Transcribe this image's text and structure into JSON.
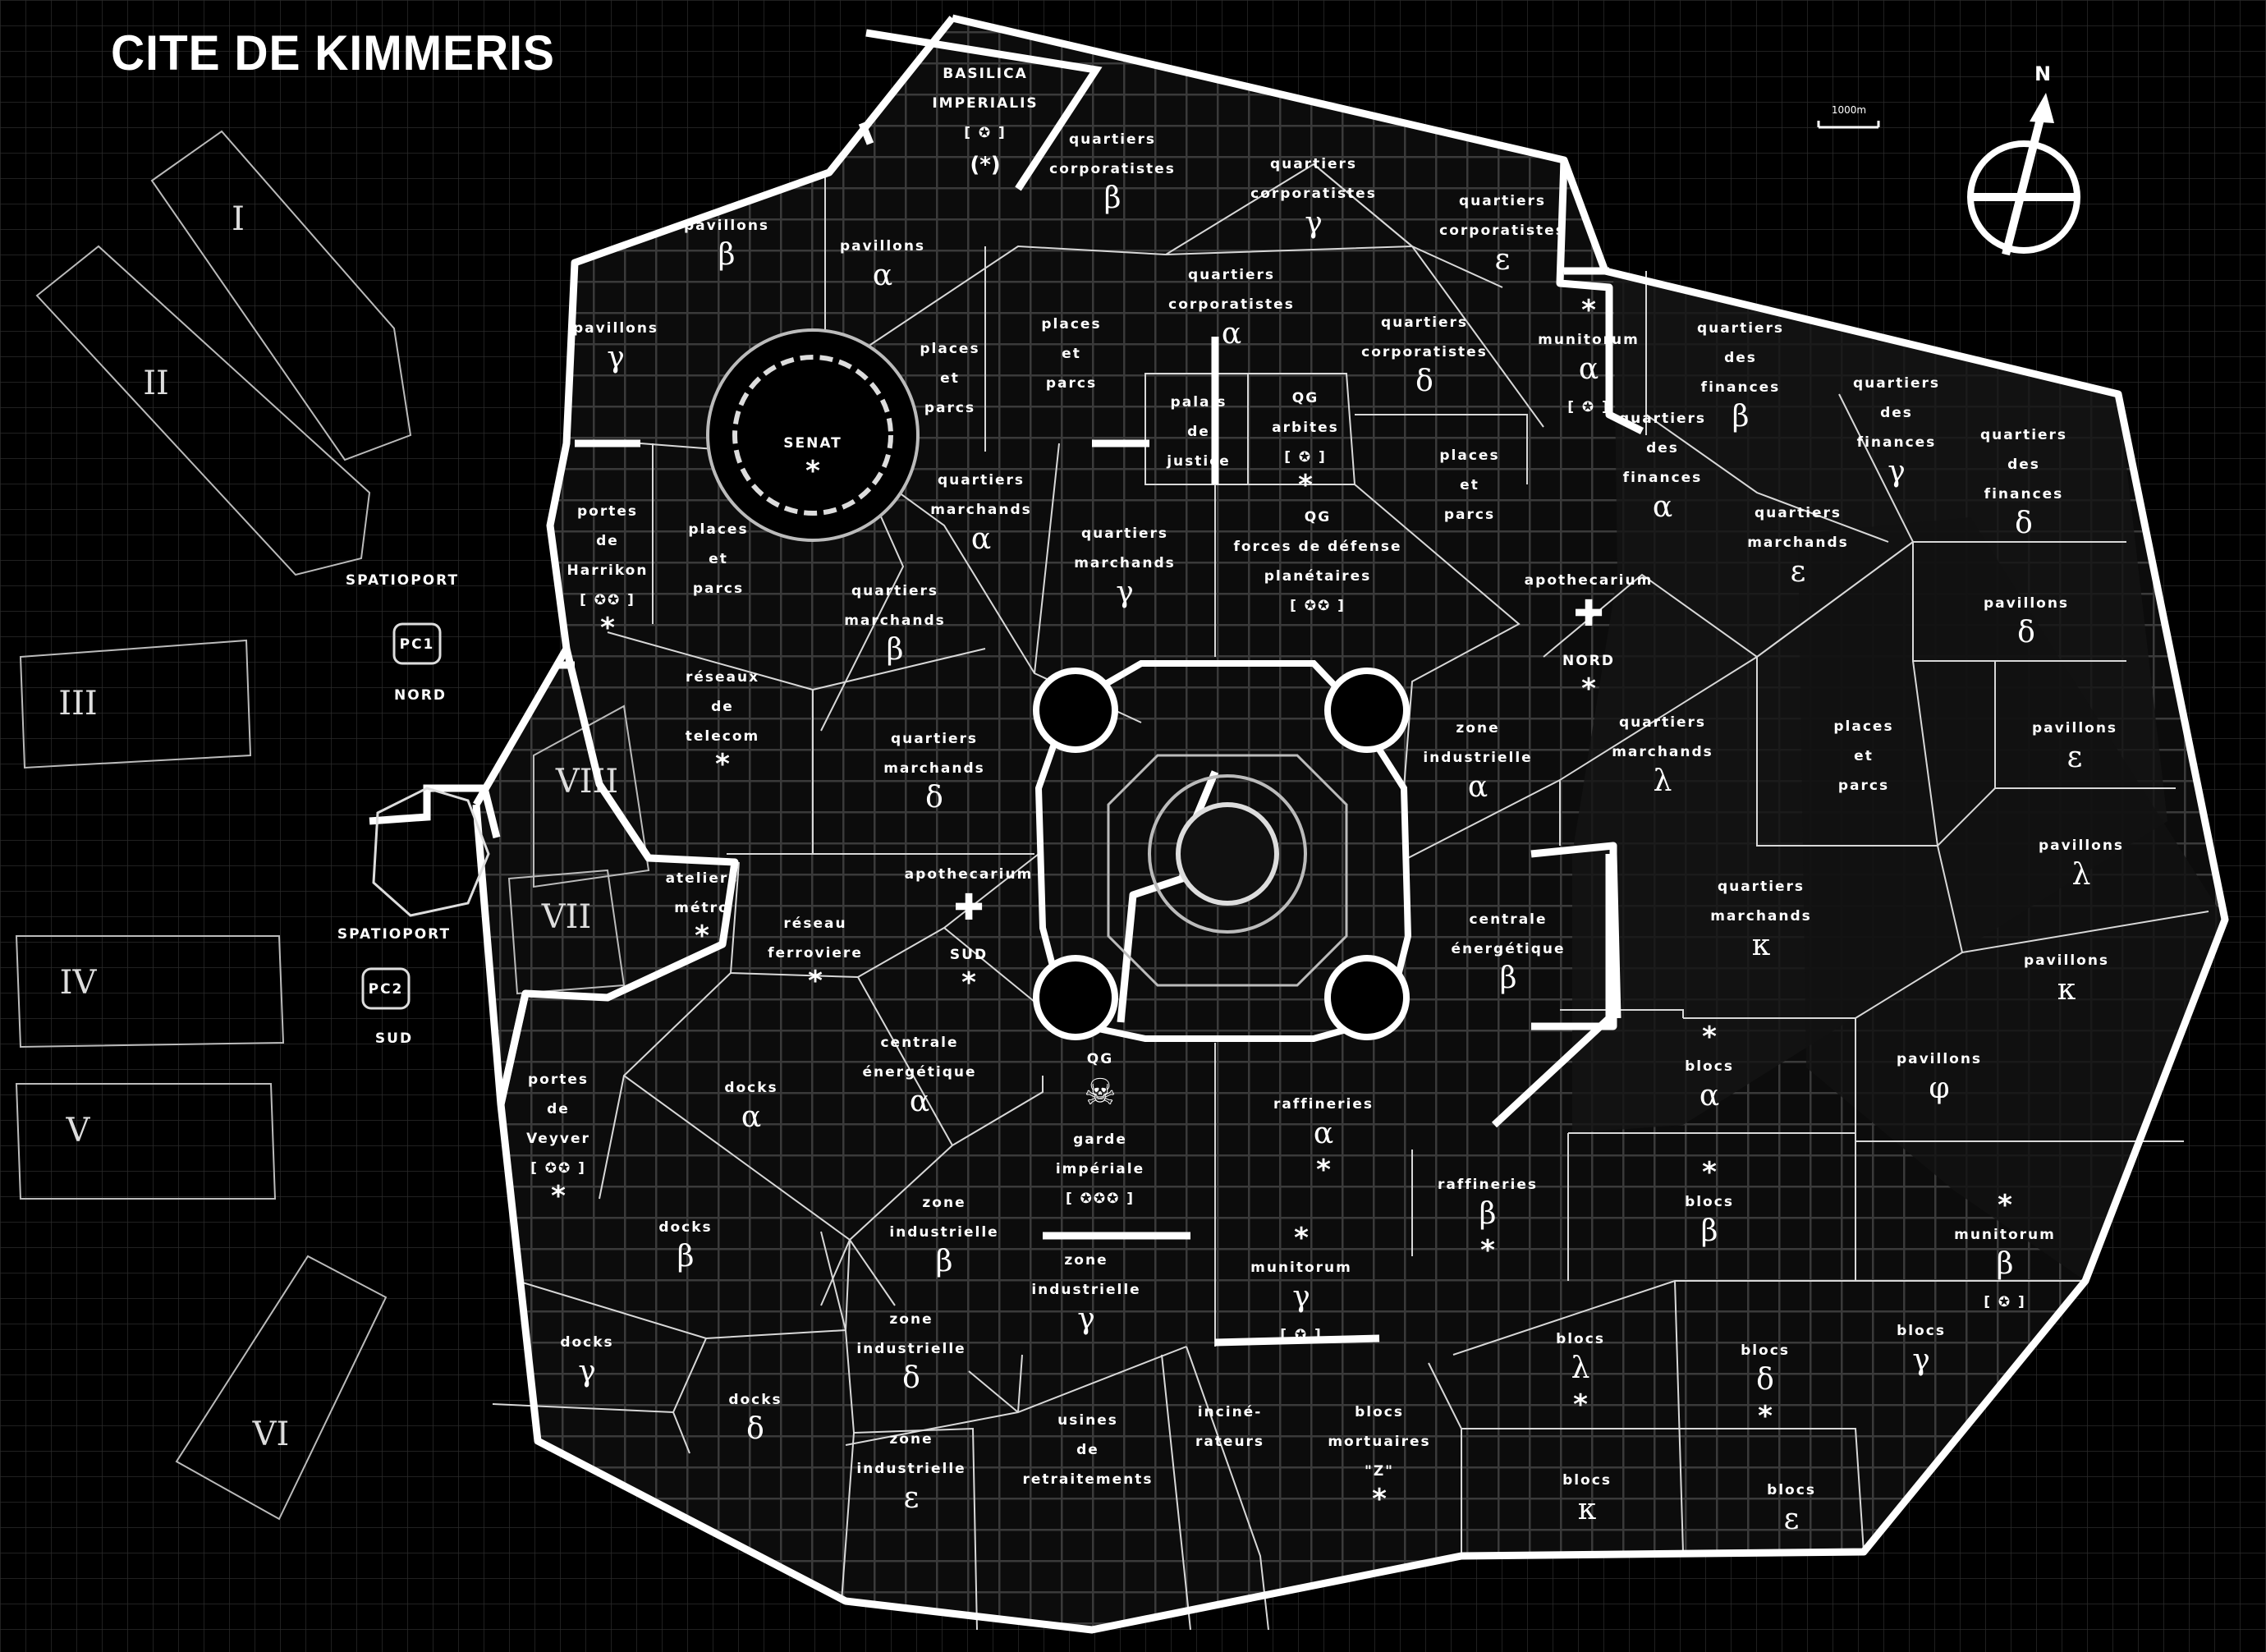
{
  "title": "CITE DE KIMMERIS",
  "scale_label": "1000m",
  "north_label": "N",
  "colors": {
    "background": "#000000",
    "ink": "#ffffff",
    "dark_zone": "#111111",
    "grid": "#1c1c1c"
  },
  "hangars": [
    "I",
    "II",
    "III",
    "IV",
    "V",
    "VI",
    "VII",
    "VIII"
  ],
  "spaceports": [
    {
      "name": "SPATIOPORT",
      "pc": "PC1",
      "dir": "NORD"
    },
    {
      "name": "SPATIOPORT",
      "pc": "PC2",
      "dir": "SUD"
    }
  ],
  "senate": {
    "name": "SENAT",
    "mark": "*"
  },
  "districts": [
    {
      "id": "basilica",
      "lines": [
        "BASILICA",
        "IMPERIALIS",
        "[ ✪ ]",
        "(*)"
      ]
    },
    {
      "id": "pav-b",
      "lines": [
        "pavillons",
        "β"
      ]
    },
    {
      "id": "pav-a",
      "lines": [
        "pavillons",
        "α"
      ]
    },
    {
      "id": "pav-g",
      "lines": [
        "pavillons",
        "γ"
      ]
    },
    {
      "id": "qc-b",
      "lines": [
        "quartiers",
        "corporatistes",
        "β"
      ]
    },
    {
      "id": "qc-g",
      "lines": [
        "quartiers",
        "corporatistes",
        "γ"
      ]
    },
    {
      "id": "qc-e",
      "lines": [
        "quartiers",
        "corporatistes",
        "ε"
      ]
    },
    {
      "id": "qc-a",
      "lines": [
        "quartiers",
        "corporatistes",
        "α"
      ]
    },
    {
      "id": "qc-d",
      "lines": [
        "quartiers",
        "corporatistes",
        "δ"
      ]
    },
    {
      "id": "pp1",
      "lines": [
        "places",
        "et",
        "parcs"
      ]
    },
    {
      "id": "pp2",
      "lines": [
        "places",
        "et",
        "parcs"
      ]
    },
    {
      "id": "palais",
      "lines": [
        "palais",
        "de",
        "justice"
      ]
    },
    {
      "id": "qg-arb",
      "lines": [
        "QG",
        "arbites",
        "[ ✪ ]",
        "*"
      ]
    },
    {
      "id": "muni-a",
      "lines": [
        "*",
        "munitorum",
        "α",
        "[ ✪ ]"
      ]
    },
    {
      "id": "qf-b",
      "lines": [
        "quartiers",
        "des",
        "finances",
        "β"
      ]
    },
    {
      "id": "qf-g",
      "lines": [
        "quartiers",
        "des",
        "finances",
        "γ"
      ]
    },
    {
      "id": "qf-a",
      "lines": [
        "quartiers",
        "des",
        "finances",
        "α"
      ]
    },
    {
      "id": "qf-d",
      "lines": [
        "quartiers",
        "des",
        "finances",
        "δ"
      ]
    },
    {
      "id": "portes-h",
      "lines": [
        "portes",
        "de",
        "Harrikon",
        "[ ✪✪ ]",
        "*"
      ]
    },
    {
      "id": "pp3",
      "lines": [
        "places",
        "et",
        "parcs"
      ]
    },
    {
      "id": "qm-a",
      "lines": [
        "quartiers",
        "marchands",
        "α"
      ]
    },
    {
      "id": "qm-g",
      "lines": [
        "quartiers",
        "marchands",
        "γ"
      ]
    },
    {
      "id": "qm-b",
      "lines": [
        "quartiers",
        "marchands",
        "β"
      ]
    },
    {
      "id": "qg-fdp",
      "lines": [
        "QG",
        "forces de défense",
        "planétaires",
        "[ ✪✪ ]"
      ]
    },
    {
      "id": "pp4",
      "lines": [
        "places",
        "et",
        "parcs"
      ]
    },
    {
      "id": "apo-n",
      "lines": [
        "apothecarium",
        "✚",
        "NORD",
        "*"
      ]
    },
    {
      "id": "qm-e",
      "lines": [
        "quartiers",
        "marchands",
        "ε"
      ]
    },
    {
      "id": "pav-d",
      "lines": [
        "pavillons",
        "δ"
      ]
    },
    {
      "id": "telecom",
      "lines": [
        "réseaux",
        "de",
        "telecom",
        "*"
      ]
    },
    {
      "id": "qm-d",
      "lines": [
        "quartiers",
        "marchands",
        "δ"
      ]
    },
    {
      "id": "zi-a",
      "lines": [
        "zone",
        "industrielle",
        "α"
      ]
    },
    {
      "id": "qm-l",
      "lines": [
        "quartiers",
        "marchands",
        "λ"
      ]
    },
    {
      "id": "pp5",
      "lines": [
        "places",
        "et",
        "parcs"
      ]
    },
    {
      "id": "pav-e",
      "lines": [
        "pavillons",
        "ε"
      ]
    },
    {
      "id": "ateliers",
      "lines": [
        "ateliers",
        "métro",
        "*"
      ]
    },
    {
      "id": "rail",
      "lines": [
        "réseau",
        "ferroviere",
        "*"
      ]
    },
    {
      "id": "apo-s",
      "lines": [
        "apothecarium",
        "✚",
        "SUD",
        "*"
      ]
    },
    {
      "id": "ce-b",
      "lines": [
        "centrale",
        "énergétique",
        "β"
      ]
    },
    {
      "id": "qm-k",
      "lines": [
        "quartiers",
        "marchands",
        "κ"
      ]
    },
    {
      "id": "pav-l",
      "lines": [
        "pavillons",
        "λ"
      ]
    },
    {
      "id": "pav-k",
      "lines": [
        "pavillons",
        "κ"
      ]
    },
    {
      "id": "portes-v",
      "lines": [
        "portes",
        "de",
        "Veyver",
        "[ ✪✪ ]",
        "*"
      ]
    },
    {
      "id": "docks-a",
      "lines": [
        "docks",
        "α"
      ]
    },
    {
      "id": "ce-a",
      "lines": [
        "centrale",
        "énergétique",
        "α"
      ]
    },
    {
      "id": "qg-gi",
      "lines": [
        "QG",
        "☠",
        "garde",
        "impériale",
        "[ ✪✪✪ ]"
      ]
    },
    {
      "id": "raf-a",
      "lines": [
        "raffineries",
        "α",
        "*"
      ]
    },
    {
      "id": "blocs-a",
      "lines": [
        "*",
        "blocs",
        "α"
      ]
    },
    {
      "id": "pav-phi",
      "lines": [
        "pavillons",
        "φ"
      ]
    },
    {
      "id": "blocs-b",
      "lines": [
        "*",
        "blocs",
        "β"
      ]
    },
    {
      "id": "docks-b",
      "lines": [
        "docks",
        "β"
      ]
    },
    {
      "id": "zi-b",
      "lines": [
        "zone",
        "industrielle",
        "β"
      ]
    },
    {
      "id": "muni-g",
      "lines": [
        "*",
        "munitorum",
        "γ",
        "[ ✪ ]"
      ]
    },
    {
      "id": "raf-b",
      "lines": [
        "raffineries",
        "β",
        "*"
      ]
    },
    {
      "id": "muni-b",
      "lines": [
        "*",
        "munitorum",
        "β",
        "[ ✪ ]"
      ]
    },
    {
      "id": "zi-g",
      "lines": [
        "zone",
        "industrielle",
        "γ"
      ]
    },
    {
      "id": "docks-g",
      "lines": [
        "docks",
        "γ"
      ]
    },
    {
      "id": "zi-d",
      "lines": [
        "zone",
        "industrielle",
        "δ"
      ]
    },
    {
      "id": "docks-d",
      "lines": [
        "docks",
        "δ"
      ]
    },
    {
      "id": "usines",
      "lines": [
        "usines",
        "de",
        "retraitements"
      ]
    },
    {
      "id": "incin",
      "lines": [
        "inciné-",
        "rateurs"
      ]
    },
    {
      "id": "mort",
      "lines": [
        "blocs",
        "mortuaires",
        "\"Z\"",
        "*"
      ]
    },
    {
      "id": "blocs-l",
      "lines": [
        "blocs",
        "λ",
        "*"
      ]
    },
    {
      "id": "blocs-d",
      "lines": [
        "blocs",
        "δ",
        "*"
      ]
    },
    {
      "id": "blocs-g",
      "lines": [
        "blocs",
        "γ"
      ]
    },
    {
      "id": "zi-e",
      "lines": [
        "zone",
        "industrielle",
        "ε"
      ]
    },
    {
      "id": "blocs-k",
      "lines": [
        "blocs",
        "κ"
      ]
    },
    {
      "id": "blocs-e",
      "lines": [
        "blocs",
        "ε"
      ]
    }
  ]
}
